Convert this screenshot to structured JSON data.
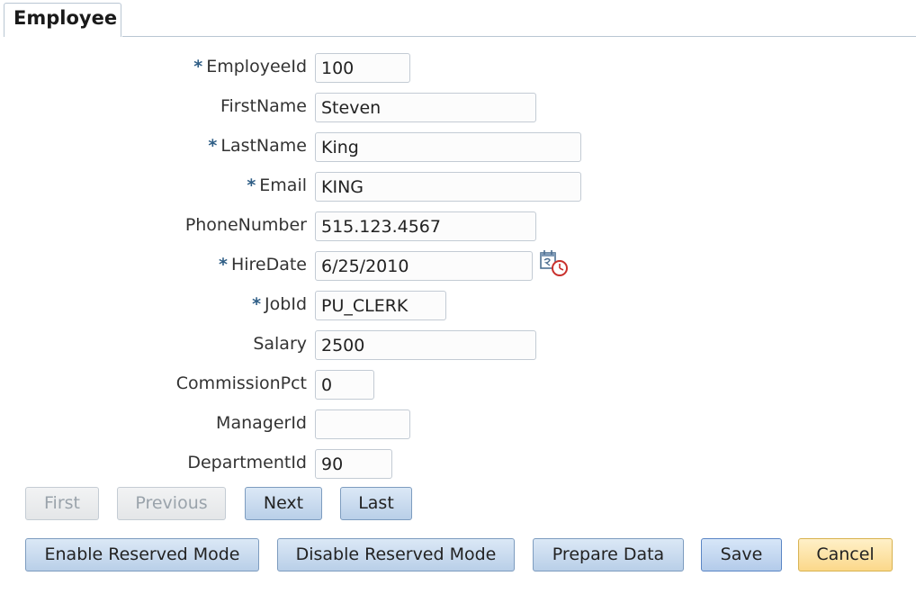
{
  "tab": {
    "label": "Employee"
  },
  "form": {
    "required_marker": "*",
    "fields": [
      {
        "label": "EmployeeId",
        "value": "100",
        "required": true
      },
      {
        "label": "FirstName",
        "value": "Steven",
        "required": false
      },
      {
        "label": "LastName",
        "value": "King",
        "required": true
      },
      {
        "label": "Email",
        "value": "KING",
        "required": true
      },
      {
        "label": "PhoneNumber",
        "value": "515.123.4567",
        "required": false
      },
      {
        "label": "HireDate",
        "value": "6/25/2010",
        "required": true
      },
      {
        "label": "JobId",
        "value": "PU_CLERK",
        "required": true
      },
      {
        "label": "Salary",
        "value": "2500",
        "required": false
      },
      {
        "label": "CommissionPct",
        "value": "0",
        "required": false
      },
      {
        "label": "ManagerId",
        "value": "",
        "required": false
      },
      {
        "label": "DepartmentId",
        "value": "90",
        "required": false
      }
    ]
  },
  "navigation": {
    "first": "First",
    "previous": "Previous",
    "next": "Next",
    "last": "Last"
  },
  "actions": {
    "enable_reserved": "Enable Reserved Mode",
    "disable_reserved": "Disable Reserved Mode",
    "prepare_data": "Prepare Data",
    "save": "Save",
    "cancel": "Cancel"
  },
  "colors": {
    "required_marker": "#2f5e86",
    "button_blue": "#b9cfe8",
    "button_cancel": "#fbd88a",
    "button_disabled": "#e4e6e8"
  }
}
